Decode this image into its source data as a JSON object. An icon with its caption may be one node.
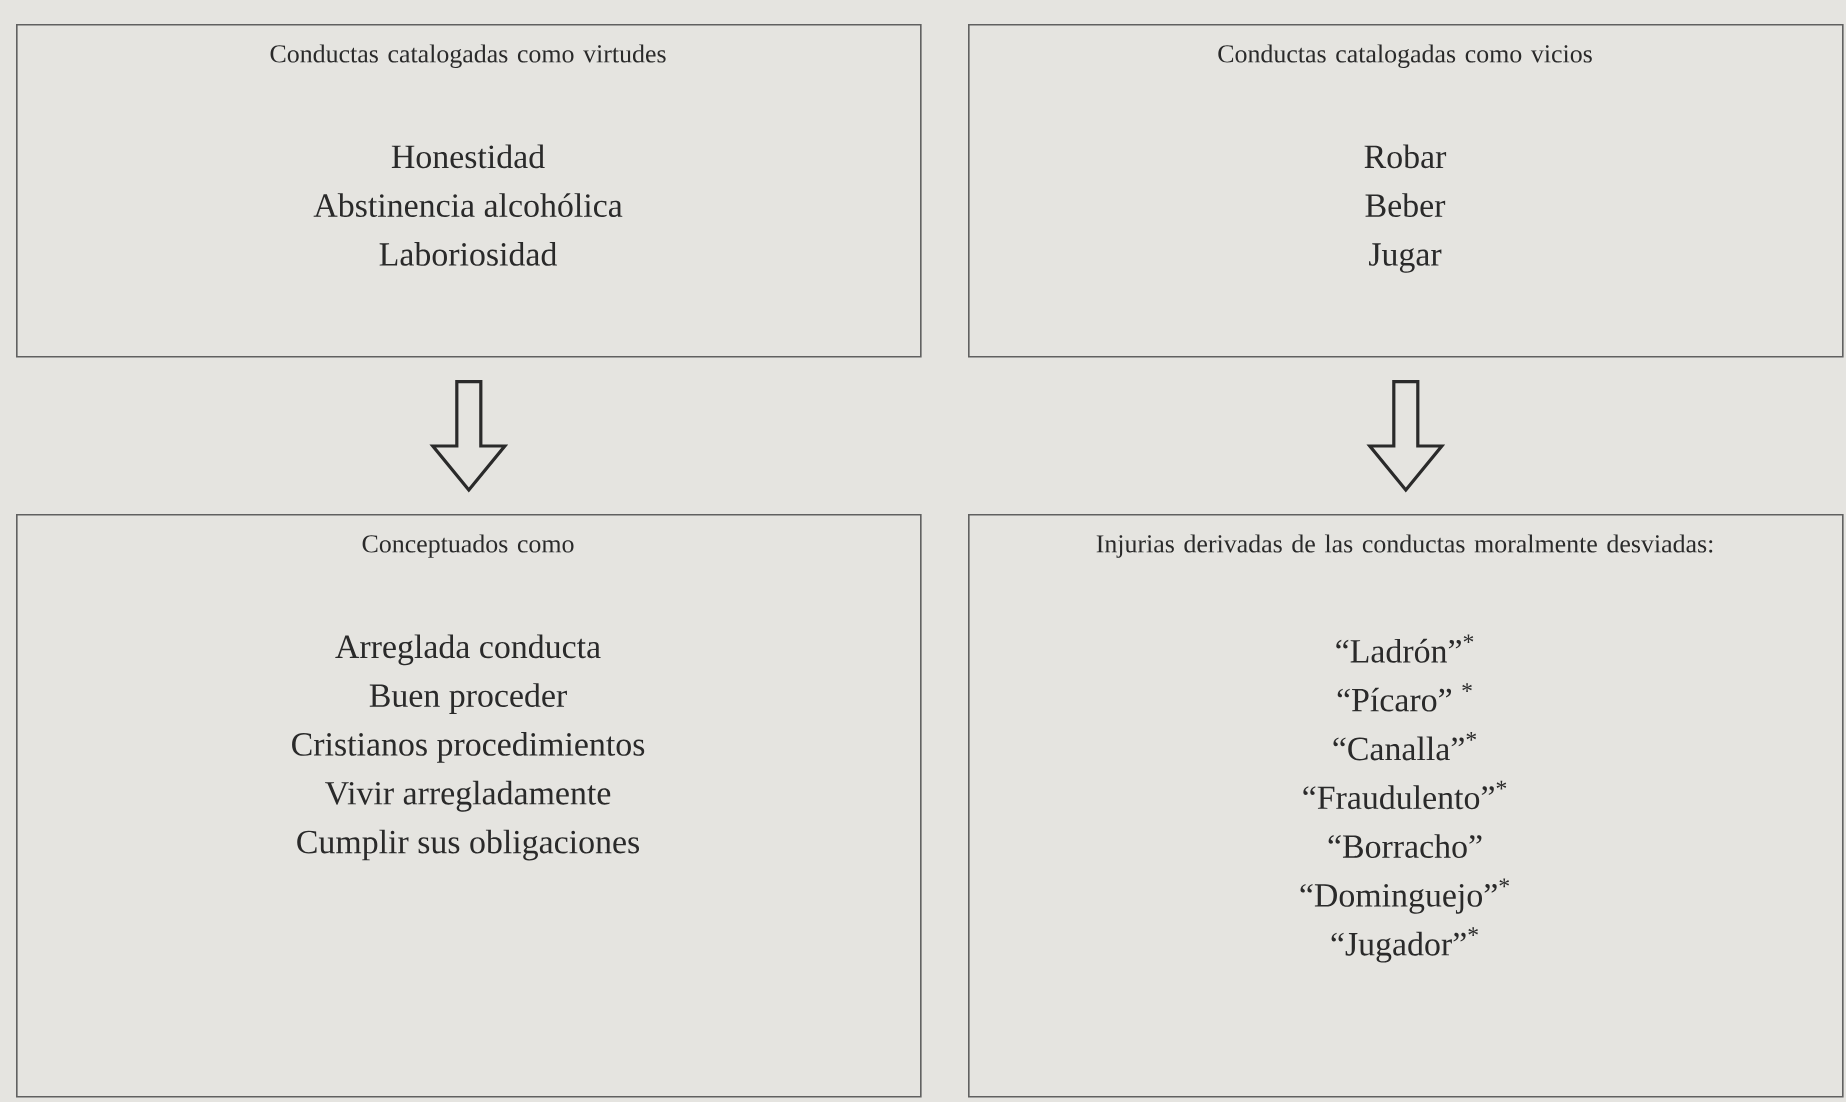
{
  "diagram": {
    "nodes": [
      {
        "text": [
          "Conductas catalogadas como virtudes",
          "Honestidad",
          "Abstinencia alcohólica",
          "Laboriosidad"
        ]
      },
      {
        "text": [
          "Conductas catalogadas como vicios",
          "Robar",
          "Beber",
          "Jugar"
        ]
      },
      {
        "text": [
          "Conceptuados como",
          "Arreglada conducta",
          "Buen proceder",
          "Cristianos procedimientos",
          "Vivir arregladamente",
          "Cumplir sus obligaciones"
        ]
      },
      {
        "text": [
          "Injurias derivadas de las conductas moralmente desviadas:",
          "“Ladrón”$^{*}$",
          "“Pícaro” $^{*}$",
          "“Canalla”$^{*}$",
          "“Fraudulento”$^{*}$",
          "“Borracho”",
          "“Dominguejo”$^{*}$",
          "“Jugador”$^{*}$"
        ]
      }
    ],
    "edges": [
      {
        "from": 0,
        "to": 2,
        "arrow": "to"
      },
      {
        "from": 1,
        "to": 3,
        "arrow": "to"
      }
    ]
  }
}
